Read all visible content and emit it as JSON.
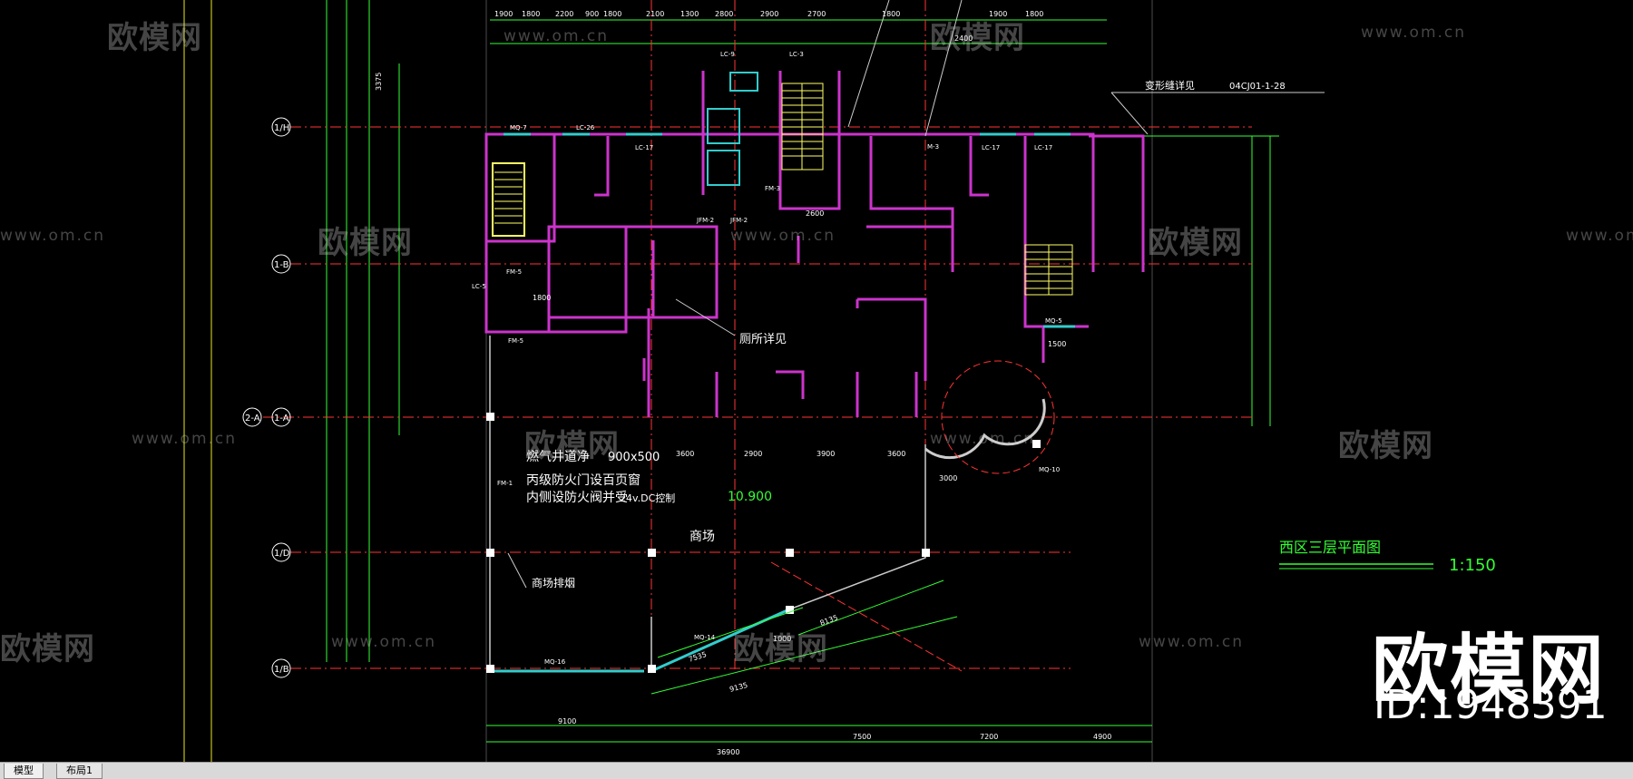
{
  "drawing": {
    "title": "西区三层平面图",
    "scale": "1:150",
    "elevation": "10.900",
    "deformation_joint_note": "变形缝详见",
    "deformation_joint_ref": "04CJ01-1-28",
    "toilet_detail": "厕所详见",
    "shaft_note": "燃气井道净",
    "shaft_size": "900x500",
    "fire_door_note_1": "丙级防火门设百页窗",
    "fire_door_note_2": "内侧设防火阀并受",
    "fire_door_note_3": "24v.DC控制",
    "mall_label": "商场",
    "mall_exhaust": "商场排烟",
    "axis_labels": [
      "1/H",
      "1-B",
      "2-A",
      "1-A",
      "1/D",
      "1/B"
    ],
    "dims_top": [
      "1900",
      "1800",
      "2200",
      "900",
      "1800",
      "2100",
      "1300",
      "2800",
      "2900",
      "2700",
      "1800",
      "1900",
      "1800"
    ],
    "dims_bottom": [
      "9100",
      "7500",
      "7200",
      "4900",
      "36900"
    ],
    "dims_mid": [
      "3600",
      "2900",
      "3900",
      "3600"
    ],
    "door_tags": [
      "MQ-7",
      "LC-26",
      "LC-17",
      "LC-9",
      "LC-3",
      "JFM-2",
      "JFM-2",
      "FM-3",
      "M-3",
      "LC-17",
      "LC-17",
      "MQ-5",
      "MQ-10",
      "MQ-14",
      "MQ-16",
      "FM-5",
      "FM-5",
      "FM-1",
      "LC-5"
    ],
    "misc_dims": [
      "8135",
      "9135",
      "7535",
      "1000",
      "2600",
      "1500",
      "1800",
      "3000",
      "2400",
      "3375"
    ]
  },
  "watermark": {
    "logo_text": "欧模网",
    "url_text": "www.om.cn",
    "big_logo": "欧模网",
    "big_id": "ID:1948391"
  },
  "tabs": {
    "model": "模型",
    "layout": "布局1"
  },
  "colors": {
    "background": "#000000",
    "wall": "#cc33cc",
    "dimension": "#33ff33",
    "axis": "#ff3333",
    "text": "#ffffff",
    "window": "#33cccc",
    "stair": "#ffff66"
  }
}
